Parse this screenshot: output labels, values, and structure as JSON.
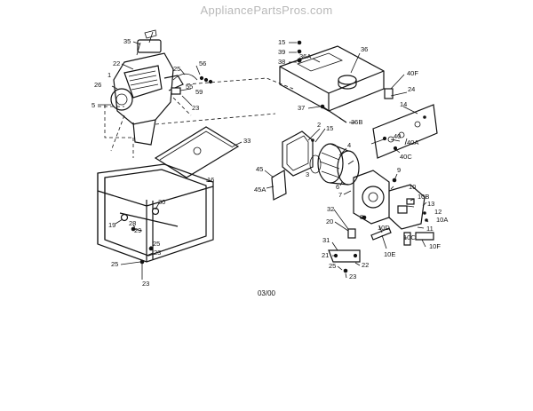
{
  "watermark": "AppliancePartsPros.com",
  "footer_code": "03/00",
  "labels": [
    {
      "id": "l35",
      "text": "35"
    },
    {
      "id": "l22a",
      "text": "22"
    },
    {
      "id": "l1",
      "text": "1"
    },
    {
      "id": "l26a",
      "text": "26"
    },
    {
      "id": "l5",
      "text": "5"
    },
    {
      "id": "l25a",
      "text": "25"
    },
    {
      "id": "l56",
      "text": "56"
    },
    {
      "id": "l55",
      "text": "55"
    },
    {
      "id": "l59",
      "text": "59"
    },
    {
      "id": "l23a",
      "text": "23"
    },
    {
      "id": "l15a",
      "text": "15"
    },
    {
      "id": "l39",
      "text": "39"
    },
    {
      "id": "l38",
      "text": "38"
    },
    {
      "id": "l36",
      "text": "36"
    },
    {
      "id": "l36a",
      "text": "36A"
    },
    {
      "id": "l40f",
      "text": "40F"
    },
    {
      "id": "l24",
      "text": "24"
    },
    {
      "id": "l14",
      "text": "14"
    },
    {
      "id": "l37",
      "text": "37"
    },
    {
      "id": "l36b",
      "text": "36B"
    },
    {
      "id": "l2",
      "text": "2"
    },
    {
      "id": "l15b",
      "text": "15"
    },
    {
      "id": "l40",
      "text": "40"
    },
    {
      "id": "l40a",
      "text": "40A"
    },
    {
      "id": "l40c",
      "text": "40C"
    },
    {
      "id": "l33",
      "text": "33"
    },
    {
      "id": "l4",
      "text": "4"
    },
    {
      "id": "l3",
      "text": "3"
    },
    {
      "id": "l45",
      "text": "45"
    },
    {
      "id": "l45a",
      "text": "45A"
    },
    {
      "id": "l16",
      "text": "16"
    },
    {
      "id": "l9",
      "text": "9"
    },
    {
      "id": "l6",
      "text": "6"
    },
    {
      "id": "l7",
      "text": "7"
    },
    {
      "id": "l10",
      "text": "10"
    },
    {
      "id": "l10b",
      "text": "10B"
    },
    {
      "id": "l13",
      "text": "13"
    },
    {
      "id": "l12",
      "text": "12"
    },
    {
      "id": "l10a",
      "text": "10A"
    },
    {
      "id": "l8",
      "text": "8"
    },
    {
      "id": "l11",
      "text": "11"
    },
    {
      "id": "l32",
      "text": "32"
    },
    {
      "id": "l20",
      "text": "20"
    },
    {
      "id": "l10d",
      "text": "10D"
    },
    {
      "id": "l10c",
      "text": "10C"
    },
    {
      "id": "l10f",
      "text": "10F"
    },
    {
      "id": "l31",
      "text": "31"
    },
    {
      "id": "l10e",
      "text": "10E"
    },
    {
      "id": "l21",
      "text": "21"
    },
    {
      "id": "l25b",
      "text": "25"
    },
    {
      "id": "l22b",
      "text": "22"
    },
    {
      "id": "l23b",
      "text": "23"
    },
    {
      "id": "l30",
      "text": "30"
    },
    {
      "id": "l19",
      "text": "19"
    },
    {
      "id": "l28",
      "text": "28"
    },
    {
      "id": "l29",
      "text": "29"
    },
    {
      "id": "l25c",
      "text": "25"
    },
    {
      "id": "l23c",
      "text": "23"
    },
    {
      "id": "l25d",
      "text": "25"
    },
    {
      "id": "l23d",
      "text": "23"
    }
  ]
}
